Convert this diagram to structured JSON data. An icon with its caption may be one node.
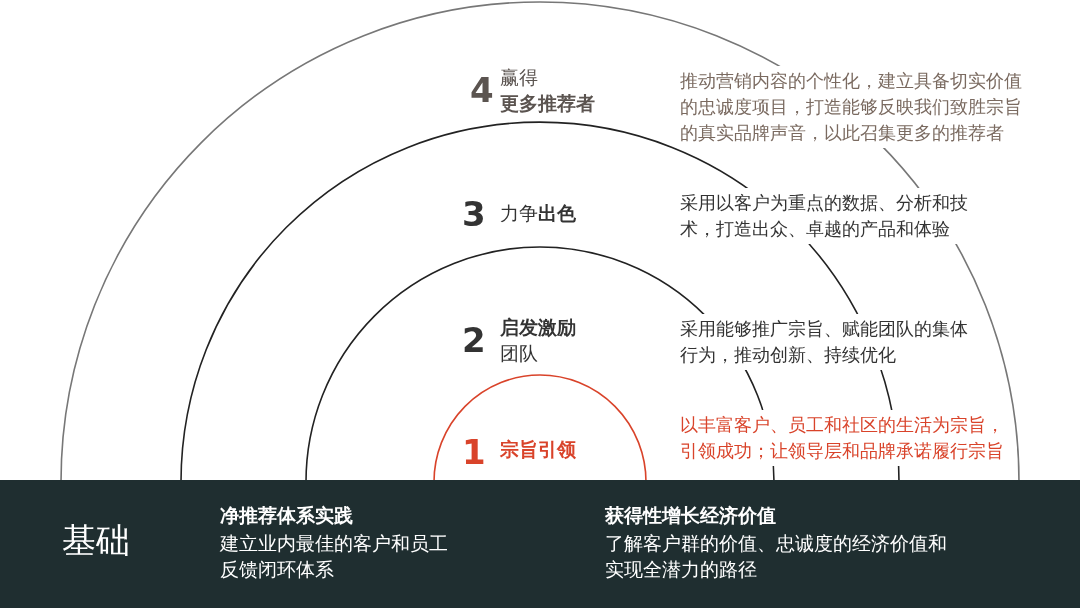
{
  "diagram": {
    "nodes": [
      {
        "text": [
          "4",
          "赢得**更多推荐者**"
        ]
      },
      {
        "text": [
          "3",
          "力争**出色**"
        ],
        "in": 0
      },
      {
        "text": [
          "2",
          "**启发激励**团队"
        ],
        "in": 1
      },
      {
        "text": [
          "1",
          "宗旨引领"
        ],
        "in": 2
      },
      {
        "text": [
          "基础",
          "净推荐体系实践",
          "建立业内最佳的客户和员工反馈闭环体系",
          "获得性增长经济价值",
          "了解客户群的价值、忠诚度的经济价值和实现全潜力的路径"
        ]
      }
    ],
    "labels": [
      "推动营销内容的个性化，建立具备切实价值的忠诚度项目，打造能够反映我们致胜宗旨的真实品牌声音，以此召集更多的推荐者",
      "采用以客户为重点的数据、分析和技术，打造出众、卓越的产品和体验",
      "采用能够推广宗旨、赋能团队的集体行为，推动创新、持续优化",
      "以丰富客户、员工和社区的生活为宗旨，引领成功；让领导层和品牌承诺履行宗旨"
    ]
  }
}
